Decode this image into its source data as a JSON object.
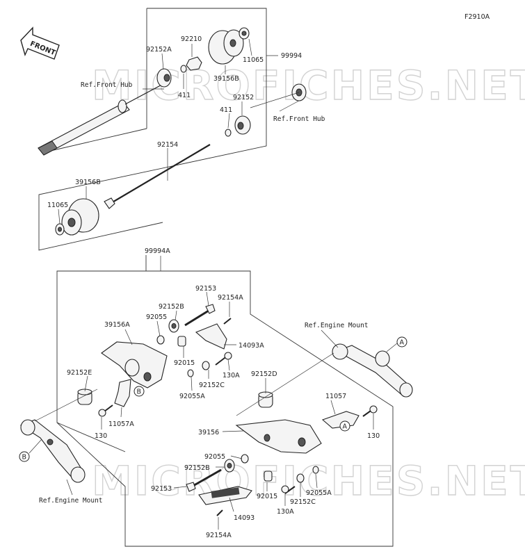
{
  "diagram_code": "F2910A",
  "watermark": "MICROFICHES.NET",
  "front_badge": "FRONT",
  "labels": {
    "p92210": "92210",
    "p92152A": "92152A",
    "p11065_top": "11065",
    "p99994": "99994",
    "p39156B_top": "39156B",
    "p411_a": "411",
    "ref_front_hub_left": "Ref.Front Hub",
    "p92152": "92152",
    "ref_front_hub_right": "Ref.Front Hub",
    "p411_b": "411",
    "p92154": "92154",
    "p39156B_bottom": "39156B",
    "p11065_bottom": "11065",
    "p99994A": "99994A",
    "p92153_top": "92153",
    "p92152B_top": "92152B",
    "p92154A_top": "92154A",
    "p92055_top": "92055",
    "p39156A": "39156A",
    "p14093A": "14093A",
    "ref_engine_mount_right": "Ref.Engine Mount",
    "p92015_top": "92015",
    "p130A_top": "130A",
    "p92152E": "92152E",
    "p92152C_top": "92152C",
    "p92055A_top": "92055A",
    "p92152D": "92152D",
    "p11057": "11057",
    "p130_left": "130",
    "p11057A": "11057A",
    "p39156": "39156",
    "p130_right": "130",
    "p92055_bottom": "92055",
    "p92152B_bottom": "92152B",
    "p92153_bottom": "92153",
    "p92015_bottom": "92015",
    "p92055A_bottom": "92055A",
    "p92152C_bottom": "92152C",
    "p130A_bottom": "130A",
    "p14093": "14093",
    "p92154A_bottom": "92154A",
    "ref_engine_mount_left": "Ref.Engine Mount",
    "callout_a_1": "A",
    "callout_a_2": "A",
    "callout_b_1": "B",
    "callout_b_2": "B"
  }
}
